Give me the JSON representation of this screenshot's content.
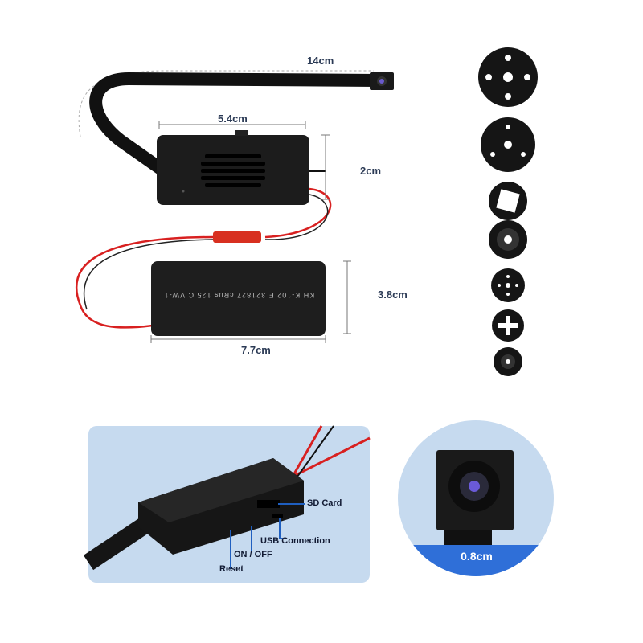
{
  "dimensions": {
    "ribbon_length": "14cm",
    "module_width": "5.4cm",
    "module_height": "2cm",
    "battery_height": "3.8cm",
    "battery_width": "7.7cm",
    "lens_size": "0.8cm"
  },
  "battery_print": "KH K-102 E 321827 cRus 125 C VW-1",
  "callouts": {
    "sd_card": "SD Card",
    "usb": "USB Connection",
    "power": "ON / OFF",
    "reset": "Reset"
  },
  "colors": {
    "panel_bg": "#c6daef",
    "scale_band": "#2f6fd8",
    "label": "#2b3a55",
    "wire_red": "#d82020"
  }
}
